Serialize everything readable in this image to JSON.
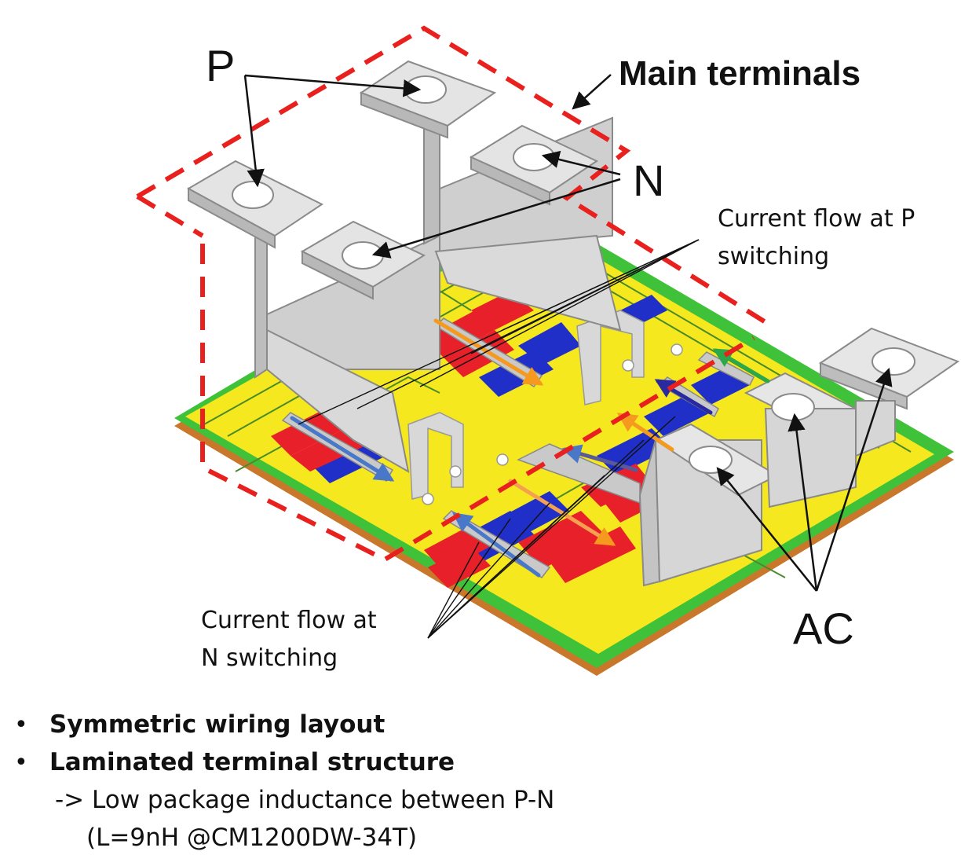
{
  "labels": {
    "p": "P",
    "n": "N",
    "main_terminals": "Main terminals",
    "current_p": [
      "Current flow at P",
      "switching"
    ],
    "current_n": [
      "Current flow at",
      "N switching"
    ],
    "ac": "AC"
  },
  "bullets": {
    "item1": "Symmetric wiring layout",
    "item2": "Laminated terminal structure",
    "detail1": "-> Low package inductance between P-N",
    "detail2": "(L=9nH @CM1200DW-34T)"
  },
  "colors": {
    "highlight_outline": "#e8201e",
    "substrate": "#f5e81e",
    "pcb_edge": "#3fc23a",
    "base_plate": "#c8772b",
    "die_red": "#e8202a",
    "die_blue": "#1f2fc8",
    "terminal": "#d4d4d4",
    "arrow_orange": "#f59a1e",
    "arrow_blue": "#4a78c8",
    "arrow_green": "#2aa84a",
    "arrow_navy": "#2a2aa0"
  }
}
